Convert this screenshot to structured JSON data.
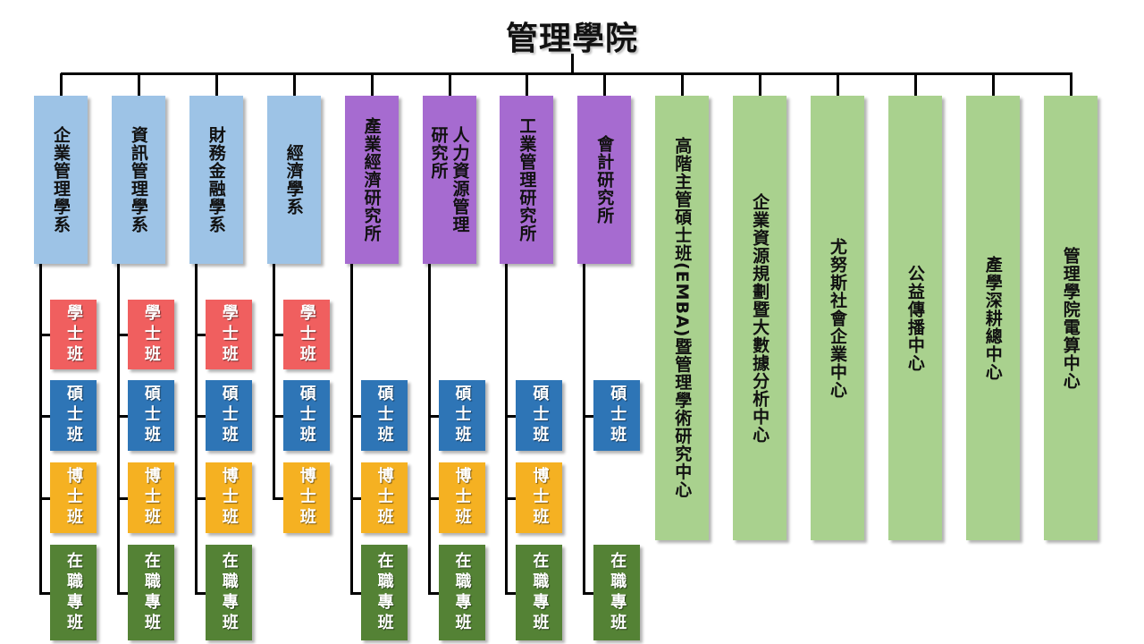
{
  "title": "管理學院",
  "colors": {
    "department": "#9dc3e6",
    "institute": "#a66bd0",
    "center": "#a9d18e",
    "bachelor": "#f05f5f",
    "master": "#2e75b6",
    "doctoral": "#f5b122",
    "in_service": "#548235"
  },
  "programs": {
    "bachelor": "學士班",
    "master": "碩士班",
    "doctoral": "博士班",
    "in_service": "在職專班"
  },
  "units": [
    {
      "label": "企業管理學系",
      "type": "department",
      "programs": [
        "bachelor",
        "master",
        "doctoral",
        "in_service"
      ]
    },
    {
      "label": "資訊管理學系",
      "type": "department",
      "programs": [
        "bachelor",
        "master",
        "doctoral",
        "in_service"
      ]
    },
    {
      "label": "財務金融學系",
      "type": "department",
      "programs": [
        "bachelor",
        "master",
        "doctoral",
        "in_service"
      ]
    },
    {
      "label": "經濟學系",
      "type": "department",
      "programs": [
        "bachelor",
        "master",
        "doctoral"
      ]
    },
    {
      "label": "產業經濟研究所",
      "type": "institute",
      "programs": [
        "master",
        "doctoral",
        "in_service"
      ]
    },
    {
      "label": "人力資源管理\n研究所",
      "type": "institute",
      "programs": [
        "master",
        "doctoral",
        "in_service"
      ]
    },
    {
      "label": "工業管理研究所",
      "type": "institute",
      "programs": [
        "master",
        "doctoral",
        "in_service"
      ]
    },
    {
      "label": "會計研究所",
      "type": "institute",
      "programs": [
        "master",
        "in_service"
      ]
    },
    {
      "label": "高階主管碩士班(EMBA)暨管理學術研究中心",
      "type": "center",
      "programs": []
    },
    {
      "label": "企業資源規劃暨大數據分析中心",
      "type": "center",
      "programs": []
    },
    {
      "label": "尤努斯社會企業中心",
      "type": "center",
      "programs": []
    },
    {
      "label": "公益傳播中心",
      "type": "center",
      "programs": []
    },
    {
      "label": "產學深耕總中心",
      "type": "center",
      "programs": []
    },
    {
      "label": "管理學院電算中心",
      "type": "center",
      "programs": []
    }
  ]
}
